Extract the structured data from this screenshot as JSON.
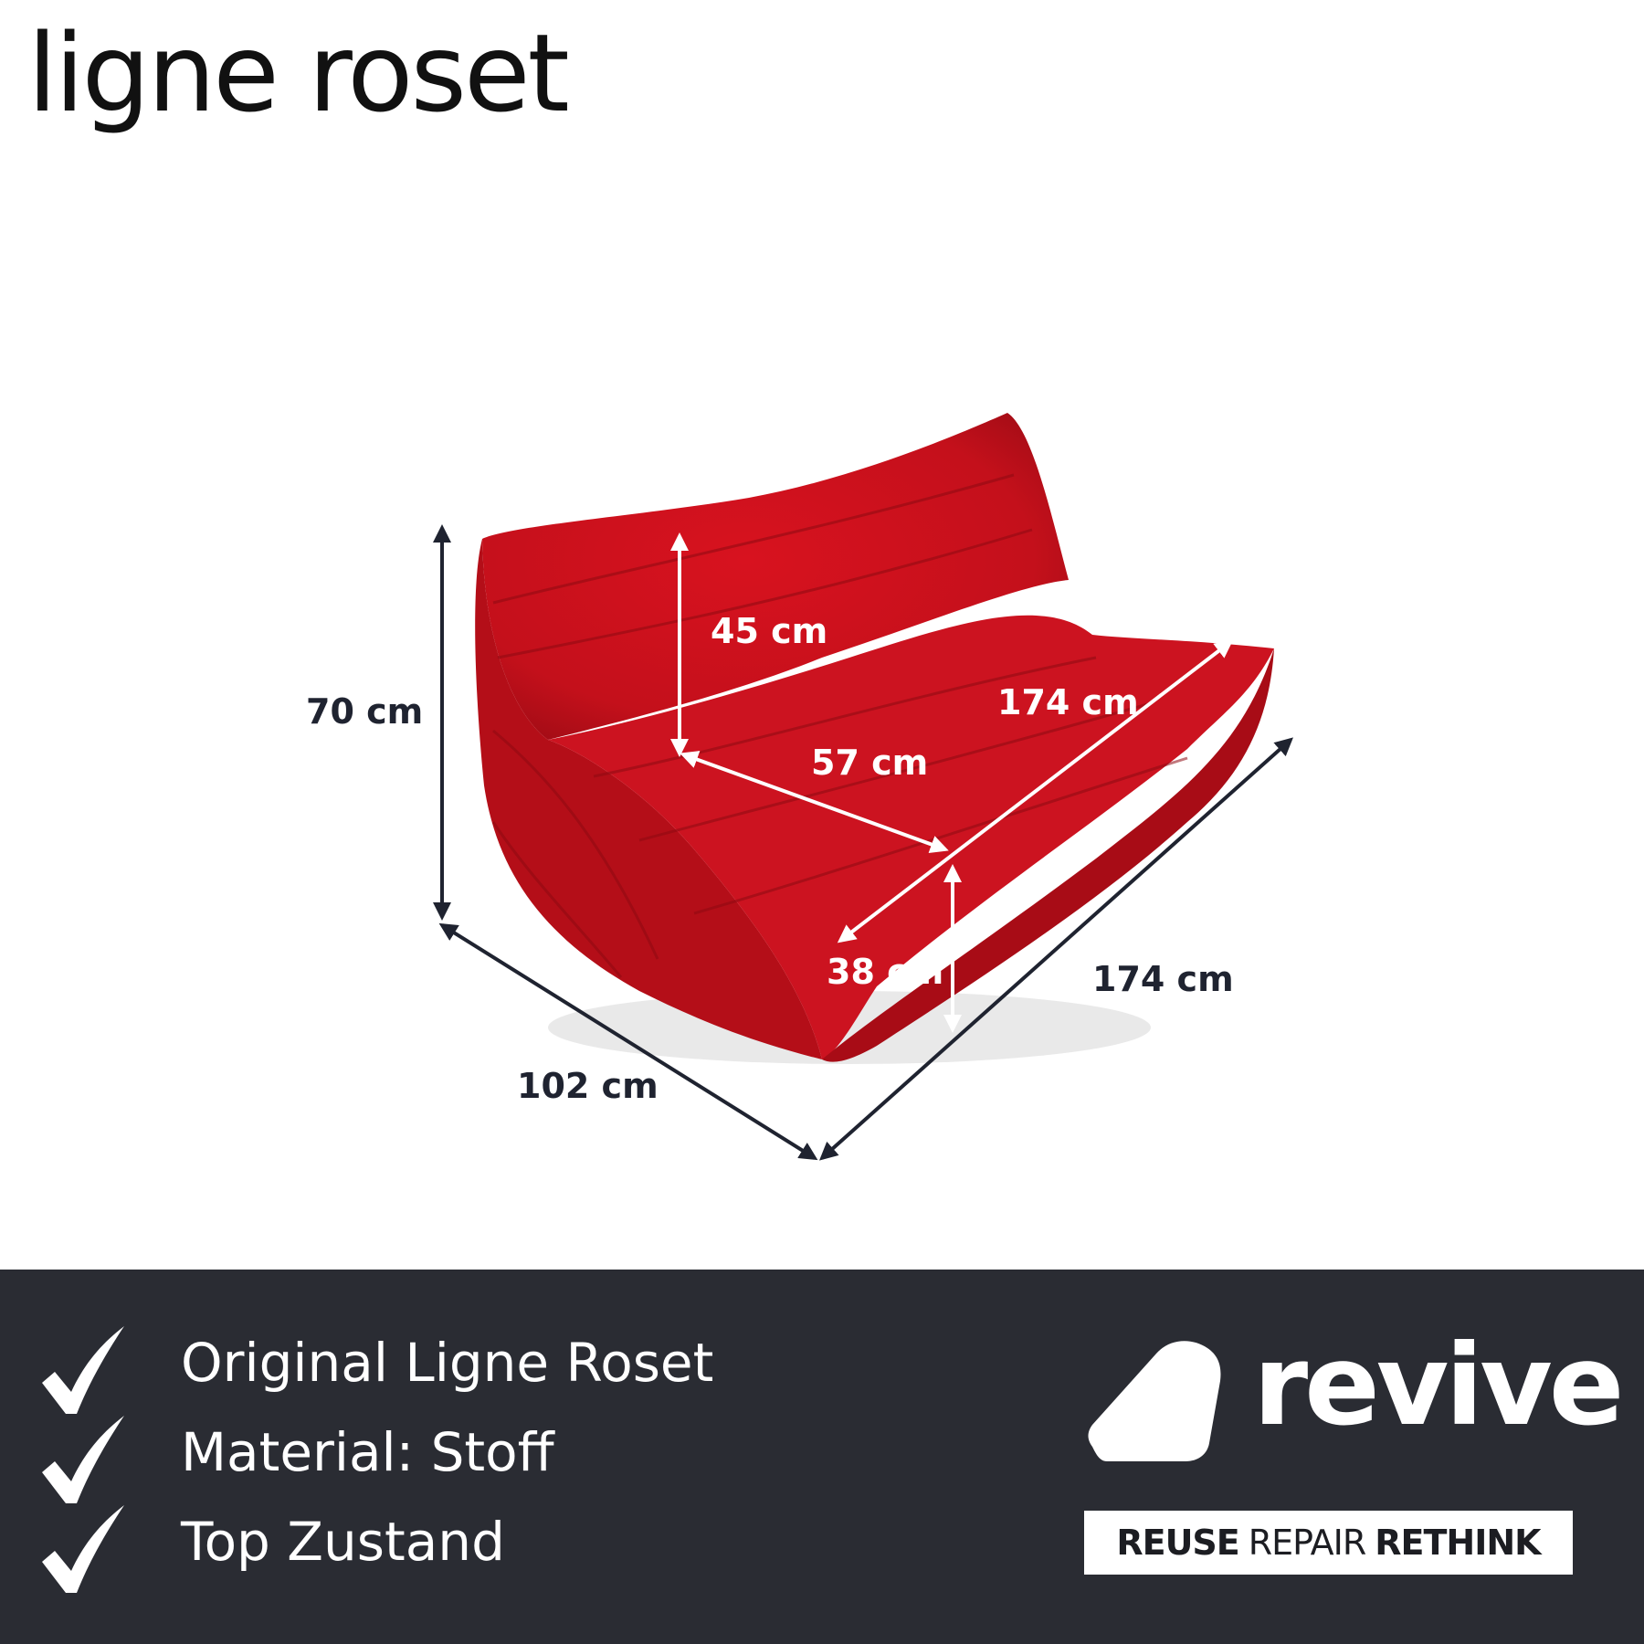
{
  "header": {
    "brand_logo_text": "ligne roset"
  },
  "product": {
    "color": "#c4101b",
    "dimensions": {
      "height_total": "70 cm",
      "backrest_height": "45 cm",
      "seat_depth": "57 cm",
      "seat_width": "174 cm",
      "seat_height": "38 cm",
      "depth_total": "102 cm",
      "width_total": "174 cm"
    }
  },
  "features": {
    "items": [
      {
        "label": "Original Ligne Roset",
        "icon": "check-icon"
      },
      {
        "label": "Material: Stoff",
        "icon": "check-icon"
      },
      {
        "label": "Top Zustand",
        "icon": "check-icon"
      }
    ]
  },
  "revive": {
    "logo_text": "revive",
    "tagline": [
      "REUSE",
      "REPAIR",
      "RETHINK"
    ]
  },
  "colors": {
    "panel_background": "#2a2c33",
    "label_dark": "#1f2330",
    "label_light": "#ffffff",
    "sofa_red": "#c4101b"
  }
}
